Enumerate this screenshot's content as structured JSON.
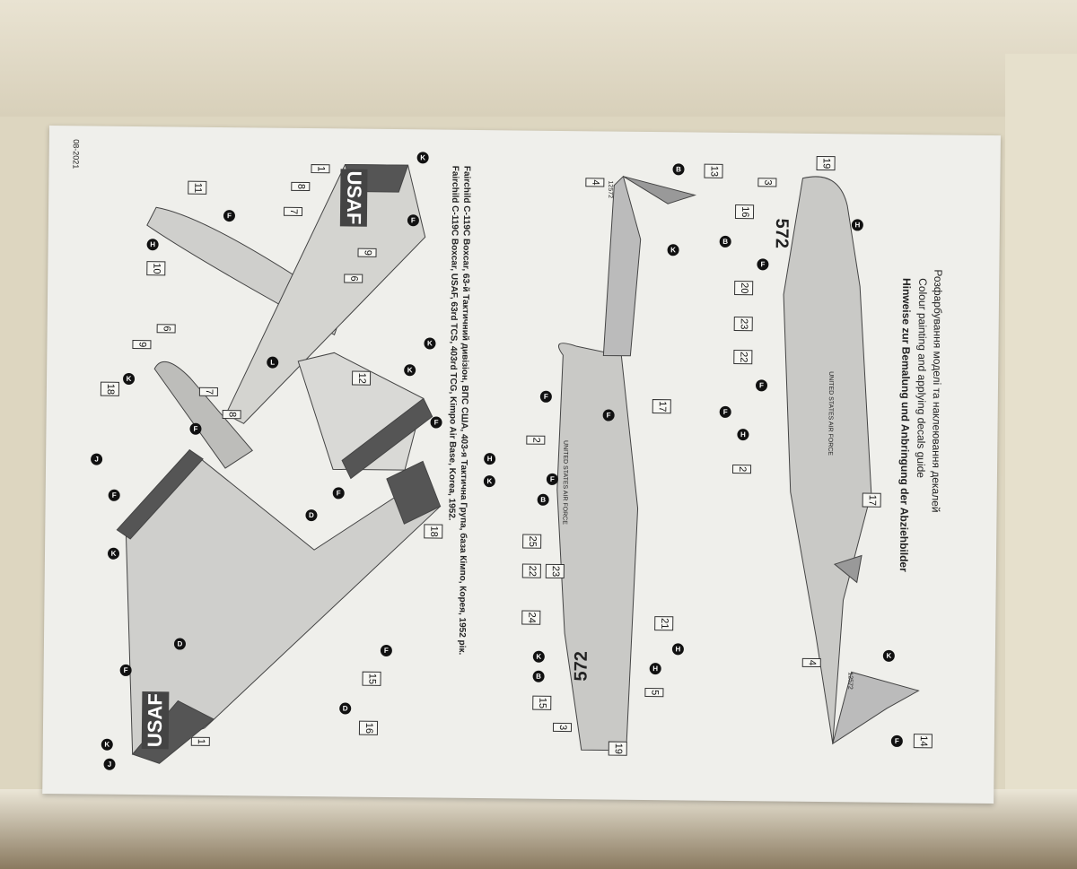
{
  "sheet": {
    "page_code": "08-2021",
    "title_lines": [
      "Розфарбування моделі та наклеювання декалей",
      "Colour painting  and applying decals guide",
      "Hinweise zur Bemalung und Anbringung der Abziehbilder"
    ],
    "caption_lines": [
      "Fairchild C-119C Boxcar, 63-й Тактичний дивізіон, ВПС США, 403-я Тактична Група, база Кімпо, Корея, 1952 рік.",
      "Fairchild C-119C Boxcar, USAF, 63rd TCS, 403rd TCG, Kimpo Air Base, Korea, 1952."
    ],
    "markings": {
      "usaf": "USAF",
      "tail_number": "572",
      "serial": "12572",
      "fuselage": "UNITED STATES AIR FORCE"
    },
    "callouts": [
      "19",
      "3",
      "16",
      "20",
      "23",
      "22",
      "2",
      "17",
      "4",
      "14",
      "13",
      "4",
      "17",
      "2",
      "25",
      "22",
      "23",
      "21",
      "24",
      "5",
      "15",
      "3",
      "19",
      "1",
      "8",
      "7",
      "11",
      "10",
      "9",
      "6",
      "6",
      "9",
      "18",
      "7",
      "8",
      "12",
      "18",
      "15",
      "16",
      "1"
    ],
    "letters": [
      "H",
      "B",
      "F",
      "F",
      "B",
      "F",
      "H",
      "K",
      "F",
      "F",
      "K",
      "F",
      "B",
      "F",
      "K",
      "H",
      "F",
      "B",
      "H",
      "K",
      "F",
      "K",
      "F",
      "H",
      "L",
      "K",
      "K",
      "J",
      "F",
      "H",
      "K",
      "F",
      "D",
      "F",
      "K",
      "D",
      "F",
      "F",
      "D",
      "K",
      "J"
    ]
  }
}
